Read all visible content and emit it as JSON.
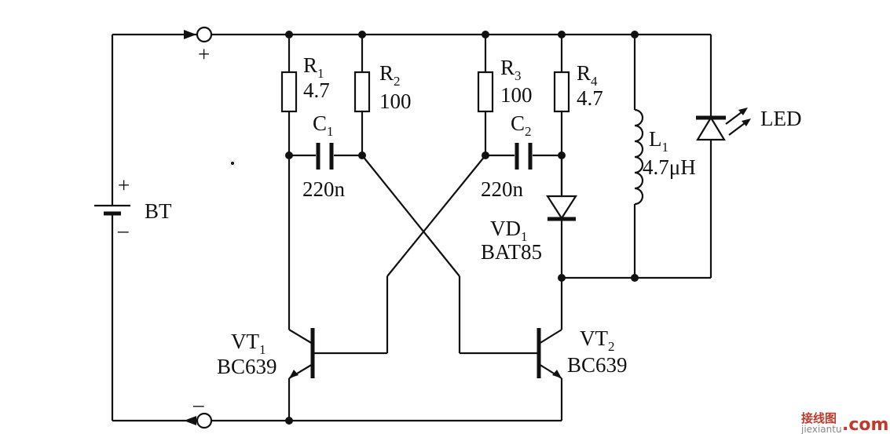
{
  "components": {
    "battery": {
      "label": "BT",
      "plus": "+",
      "minus": "–"
    },
    "terminal_plus": {
      "sign": "+"
    },
    "terminal_minus": {
      "sign": "–"
    },
    "r1": {
      "name": "R",
      "sub": "1",
      "value": "4.7"
    },
    "r2": {
      "name": "R",
      "sub": "2",
      "value": "100"
    },
    "r3": {
      "name": "R",
      "sub": "3",
      "value": "100"
    },
    "r4": {
      "name": "R",
      "sub": "4",
      "value": "4.7"
    },
    "c1": {
      "name": "C",
      "sub": "1",
      "value": "220n"
    },
    "c2": {
      "name": "C",
      "sub": "2",
      "value": "220n"
    },
    "vt1": {
      "name": "VT",
      "sub": "1",
      "value": "BC639"
    },
    "vt2": {
      "name": "VT",
      "sub": "2",
      "value": "BC639"
    },
    "vd1": {
      "name": "VD",
      "sub": "1",
      "value": "BAT85"
    },
    "l1": {
      "name": "L",
      "sub": "1",
      "value": "4.7μH"
    },
    "led": {
      "label": "LED"
    }
  },
  "watermark": {
    "site": "接线图",
    "domain": "jiexiantu",
    "suffix": ".com"
  }
}
